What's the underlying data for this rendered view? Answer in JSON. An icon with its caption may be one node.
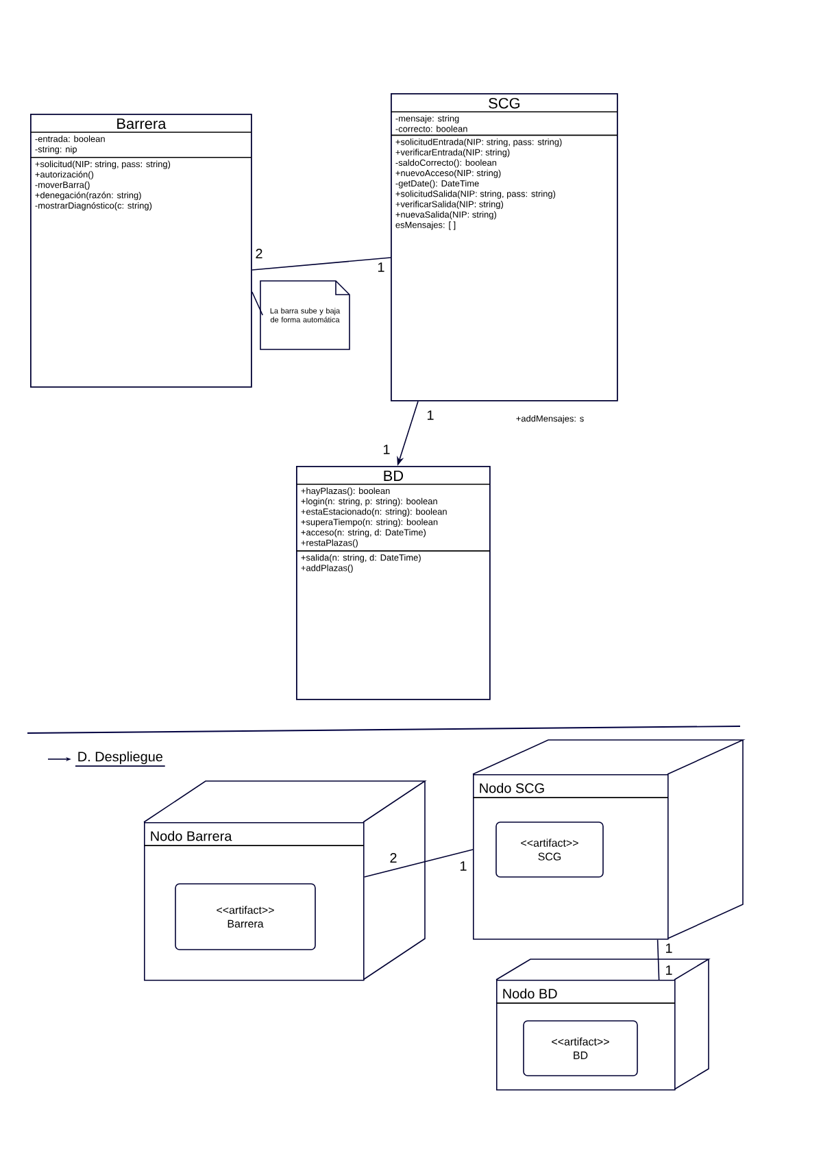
{
  "diagram": {
    "nodes": [
      {
        "text": [
          "Barrera",
          "-entrada: boolean",
          "-string: nip",
          "+solicitud(NIP: string, pass: string)",
          "+autorización()",
          "-moverBarra()",
          "+denegación(razón: string)",
          "-mostrarDiagnóstico(c: string)"
        ]
      },
      {
        "text": [
          "La barra sube y baja de forma automática"
        ]
      },
      {
        "text": [
          "SCG",
          "-mensaje: string",
          "-correcto: boolean",
          "+solicitudEntrada(NIP: string, pass: string)",
          "+verificarEntrada(NIP: string)",
          "-saldoCorrecto(): boolean",
          "+nuevoAcceso(NIP: string)",
          "-getDate(): DateTime",
          "+solicitudSalida(NIP: string, pass: string)",
          "+verificarSalida(NIP: string)",
          "+nuevaSalida(NIP: string)",
          "esMensajes: [ ]"
        ],
        "beside": [
          "+addMensajes: s"
        ]
      },
      {
        "text": [
          "BD",
          "+hayPlazas(): boolean",
          "+login(n: string, p: string): boolean",
          "+estaEstacionado(n: string): boolean",
          "+superaTiempo(n: string): boolean",
          "+acceso(n: string, d: DateTime)",
          "+restaPlazas()",
          "+salida(n: string, d: DateTime)",
          "+addPlazas()"
        ]
      },
      {
        "text": [
          "Nodo Barrera"
        ]
      },
      {
        "text": [
          "<<artifact>>",
          "Barrera"
        ],
        "in": 4
      },
      {
        "text": [
          "Nodo SCG"
        ]
      },
      {
        "text": [
          "<<artifact>>",
          "SCG"
        ],
        "in": 6
      },
      {
        "text": [
          "Nodo BD"
        ]
      },
      {
        "text": [
          "<<artifact>>",
          "BD"
        ],
        "in": 8
      }
    ],
    "edges": [
      {
        "from": 0,
        "to": 2,
        "arrow": "none"
      },
      {
        "from": 0,
        "to": 1,
        "arrow": "none"
      },
      {
        "from": 2,
        "to": 3,
        "arrow": "to"
      },
      {
        "from": 4,
        "to": 6,
        "arrow": "none"
      },
      {
        "from": 6,
        "to": 8,
        "arrow": "none"
      }
    ],
    "labels": [
      "2",
      "1",
      "1",
      "1",
      "D. Despliegue",
      "2",
      "1",
      "1",
      "1"
    ]
  }
}
